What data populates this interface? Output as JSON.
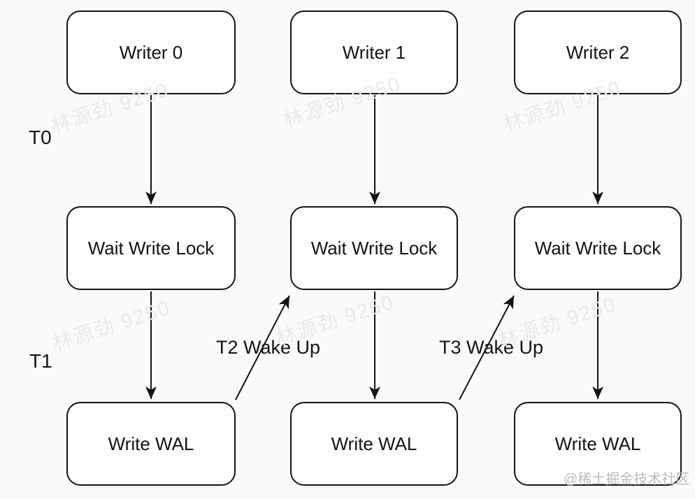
{
  "diagram": {
    "columns": [
      {
        "writer": "Writer 0",
        "wait_lock": "Wait Write Lock",
        "write_wal": "Write WAL"
      },
      {
        "writer": "Writer 1",
        "wait_lock": "Wait Write Lock",
        "write_wal": "Write WAL"
      },
      {
        "writer": "Writer 2",
        "wait_lock": "Wait Write Lock",
        "write_wal": "Write WAL"
      }
    ],
    "timeline_labels": [
      "T0",
      "T1"
    ],
    "wake_up_labels": [
      "T2 Wake Up",
      "T3 Wake Up"
    ],
    "watermark_text": "林源劲 9250",
    "site_watermark": "@稀土掘金技术社区",
    "colors": {
      "line": "#141414",
      "box_border": "#141414",
      "box_fill": "#fdfdfd",
      "background": "#fafafa",
      "watermark": "#e9e9e9",
      "site_watermark": "#bdbdbd"
    }
  }
}
